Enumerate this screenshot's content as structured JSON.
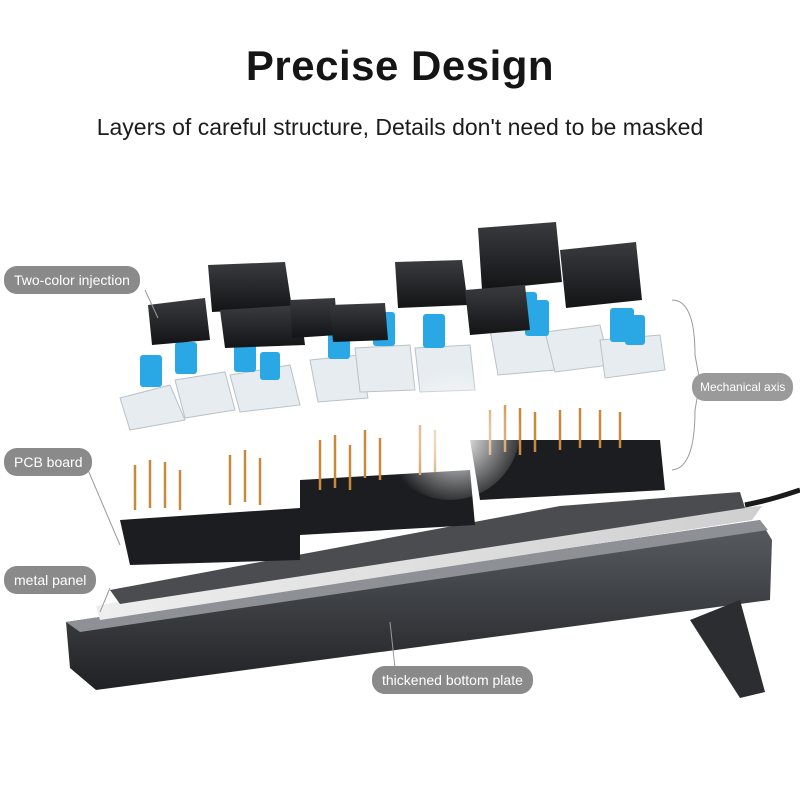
{
  "header": {
    "title": "Precise Design",
    "subtitle": "Layers of careful structure, Details don't need to be masked"
  },
  "callouts": {
    "two_color_injection": "Two-color injection",
    "pcb_board": "PCB board",
    "metal_panel": "metal panel",
    "thickened_bottom_plate": "thickened bottom plate",
    "mechanical_axis": "Mechanical axis"
  },
  "colors": {
    "keycap": "#1e1f22",
    "switch_stem": "#2aa8e6",
    "switch_housing": "#e6ecf0",
    "pins": "#c9893d",
    "plate": "#3a3c40",
    "label_bg": "#8a8a8a"
  }
}
